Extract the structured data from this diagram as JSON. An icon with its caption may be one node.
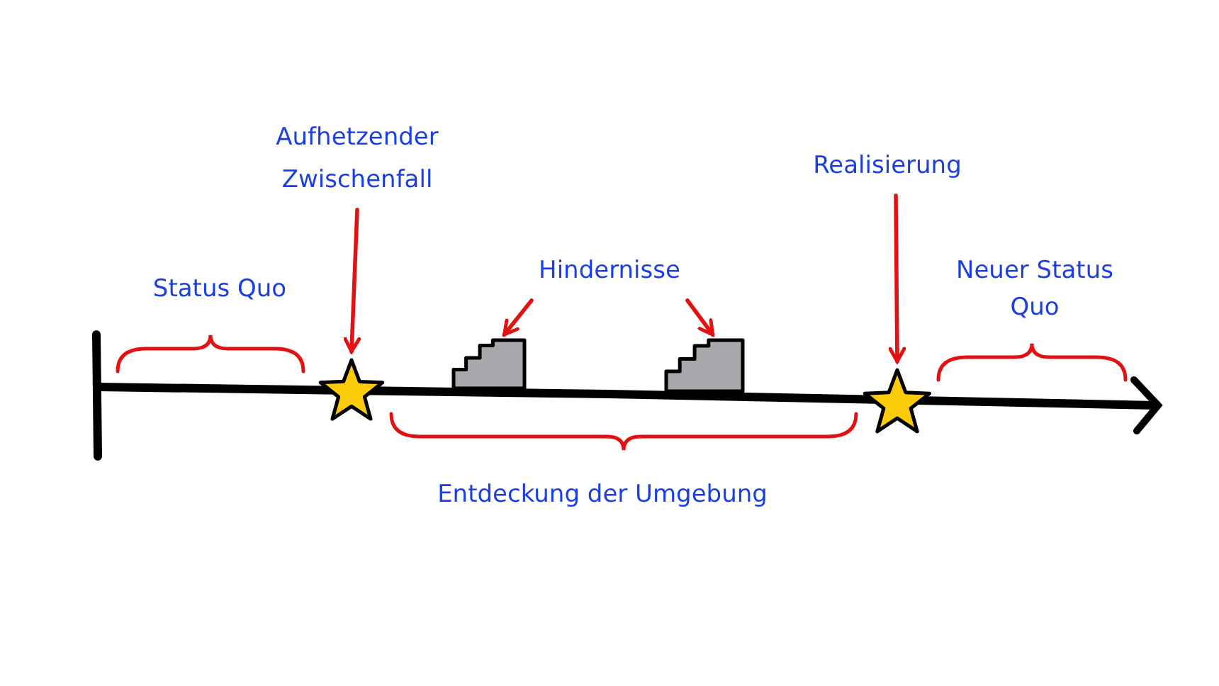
{
  "diagram": {
    "nodes": [
      {
        "text": [
          "Aufhetzender Zwischenfall"
        ]
      },
      {
        "text": [],
        "shape": "star"
      },
      {
        "text": [
          "Hindernisse"
        ]
      },
      {
        "text": [],
        "shape": "stairs"
      },
      {
        "text": [],
        "shape": "stairs"
      },
      {
        "text": [
          "Realisierung"
        ]
      },
      {
        "text": [],
        "shape": "star"
      }
    ],
    "edges": [
      {
        "from": 0,
        "to": 1,
        "arrow": "to"
      },
      {
        "from": 2,
        "to": 3,
        "arrow": "to"
      },
      {
        "from": 2,
        "to": 4,
        "arrow": "to"
      },
      {
        "from": 5,
        "to": 6,
        "arrow": "to"
      }
    ],
    "labels": [
      "Status Quo",
      "Neuer Status Quo",
      "Entdeckung der Umgebung"
    ]
  }
}
